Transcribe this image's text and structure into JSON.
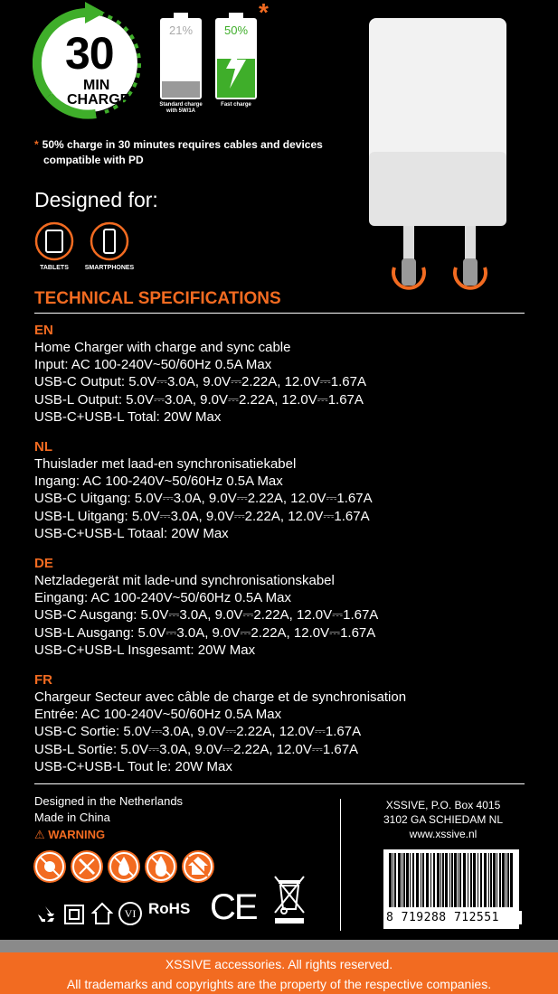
{
  "badge": {
    "number": "30",
    "min": "MIN",
    "charge": "CHARGE"
  },
  "batteries": [
    {
      "percent": "21%",
      "label_line1": "Standard charge",
      "label_line2": "with 5W/1A",
      "fill": 0.21,
      "color": "#9A9A9A"
    },
    {
      "percent": "50%",
      "label_line1": "Fast charge",
      "label_line2": "",
      "fill": 0.5,
      "color": "#3FAE2A"
    }
  ],
  "asterisk": "*",
  "note": {
    "star": "*",
    "line1": "50% charge in 30 minutes requires cables and devices",
    "line2": "compatible with PD"
  },
  "designed_for": {
    "title": "Designed for:",
    "devices": [
      {
        "label": "TABLETS",
        "icon": "tablet-icon"
      },
      {
        "label": "SMARTPHONES",
        "icon": "smartphone-icon"
      }
    ]
  },
  "spec_title": "TECHNICAL SPECIFICATIONS",
  "specs": [
    {
      "code": "EN",
      "lines": [
        "Home Charger with charge and sync cable",
        "Input: AC 100-240V~50/60Hz 0.5A Max",
        "USB-C Output: 5.0V⎓3.0A, 9.0V⎓2.22A, 12.0V⎓1.67A",
        "USB-L Output: 5.0V⎓3.0A, 9.0V⎓2.22A, 12.0V⎓1.67A",
        "USB-C+USB-L Total: 20W Max"
      ]
    },
    {
      "code": "NL",
      "lines": [
        "Thuislader met laad-en synchronisatiekabel",
        "Ingang: AC 100-240V~50/60Hz 0.5A Max",
        "USB-C Uitgang: 5.0V⎓3.0A, 9.0V⎓2.22A, 12.0V⎓1.67A",
        "USB-L Uitgang: 5.0V⎓3.0A, 9.0V⎓2.22A, 12.0V⎓1.67A",
        "USB-C+USB-L Totaal: 20W Max"
      ]
    },
    {
      "code": "DE",
      "lines": [
        "Netzladegerät mit lade-und synchronisationskabel",
        "Eingang: AC 100-240V~50/60Hz 0.5A Max",
        "USB-C Ausgang: 5.0V⎓3.0A, 9.0V⎓2.22A, 12.0V⎓1.67A",
        "USB-L Ausgang: 5.0V⎓3.0A, 9.0V⎓2.22A, 12.0V⎓1.67A",
        "USB-C+USB-L Insgesamt: 20W Max"
      ]
    },
    {
      "code": "FR",
      "lines": [
        "Chargeur Secteur avec câble de charge et de synchronisation",
        "Entrée: AC 100-240V~50/60Hz 0.5A Max",
        "USB-C Sortie: 5.0V⎓3.0A, 9.0V⎓2.22A, 12.0V⎓1.67A",
        "USB-L Sortie: 5.0V⎓3.0A, 9.0V⎓2.22A, 12.0V⎓1.67A",
        "USB-C+USB-L Tout le: 20W Max"
      ]
    }
  ],
  "footer": {
    "designed_in": "Designed in the Netherlands",
    "made_in": "Made in China",
    "warning": "WARNING",
    "warning_icons": [
      "no-fire-icon",
      "no-tools-icon",
      "no-water-icon",
      "no-flame-icon",
      "no-house-icon"
    ],
    "cert_vi": "VI",
    "cert_rohs": "RoHS",
    "cert_ce": "CE",
    "address": [
      "XSSIVE, P.O. Box 4015",
      "3102 GA SCHIEDAM NL",
      "www.xssive.nl"
    ],
    "barcode_number": "8 719288 712551"
  },
  "bottom": {
    "line1": "XSSIVE accessories. All rights reserved.",
    "line2": "All trademarks and copyrights are the property of the respective companies."
  },
  "colors": {
    "accent": "#F26B21",
    "green": "#3FAE2A",
    "grey": "#9A9A9A",
    "background": "#000000"
  }
}
